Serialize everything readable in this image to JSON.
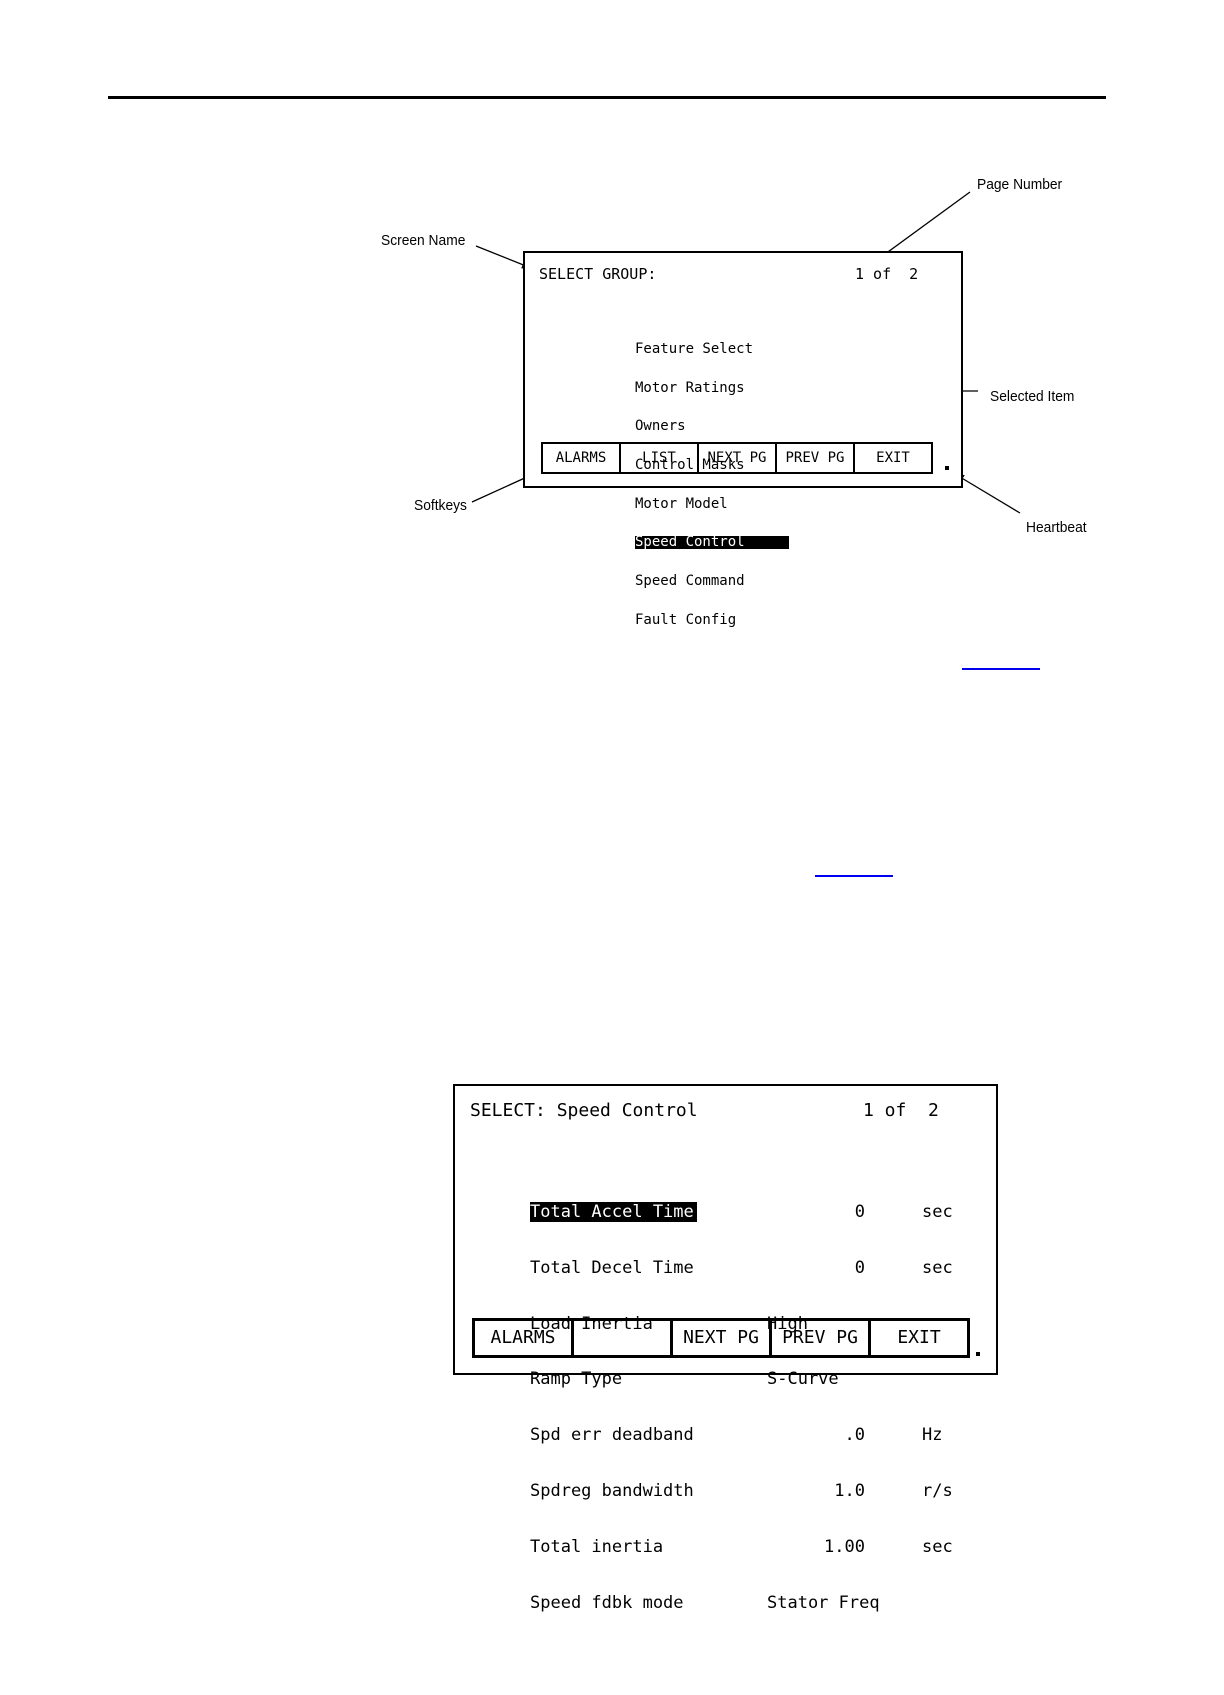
{
  "figure1": {
    "callouts": {
      "screen_name": "Screen Name",
      "page_number": "Page Number",
      "selected_item": "Selected Item",
      "softkeys": "Softkeys",
      "heartbeat": "Heartbeat"
    },
    "screen": {
      "title": "SELECT GROUP:",
      "page": "1 of  2",
      "items": [
        "Feature Select",
        "Motor Ratings",
        "Owners",
        "Control Masks",
        "Motor Model",
        "Speed Control",
        "Speed Command",
        "Fault Config"
      ],
      "selected_index": 5,
      "softkeys": [
        "ALARMS",
        "LIST",
        "NEXT PG",
        "PREV PG",
        "EXIT"
      ]
    }
  },
  "figure2": {
    "screen": {
      "title": "SELECT: Speed Control",
      "page": "1 of  2",
      "rows": [
        {
          "param": "Total Accel Time",
          "value": "0",
          "unit": "sec"
        },
        {
          "param": "Total Decel Time",
          "value": "0",
          "unit": "sec"
        },
        {
          "param": "Load Inertia",
          "value": "High",
          "unit": ""
        },
        {
          "param": "Ramp Type",
          "value": "S-Curve",
          "unit": ""
        },
        {
          "param": "Spd err deadband",
          "value": ".0",
          "unit": "Hz"
        },
        {
          "param": "Spdreg bandwidth",
          "value": "1.0",
          "unit": "r/s"
        },
        {
          "param": "Total inertia",
          "value": "1.00",
          "unit": "sec"
        },
        {
          "param": "Speed fdbk mode",
          "value": "Stator Freq",
          "unit": ""
        }
      ],
      "selected_index": 0,
      "softkeys": [
        "ALARMS",
        "",
        "NEXT PG",
        "PREV PG",
        "EXIT"
      ]
    }
  }
}
